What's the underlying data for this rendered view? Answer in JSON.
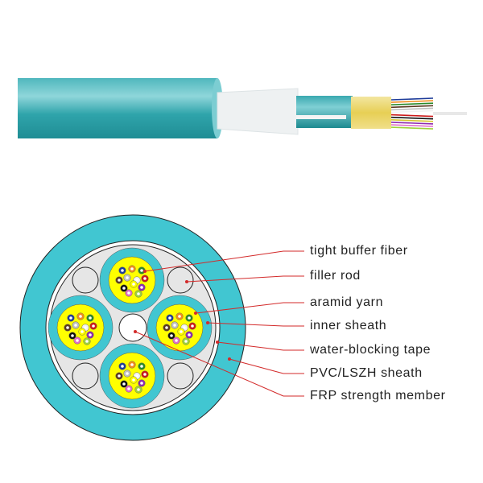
{
  "labels": [
    "tight buffer fiber",
    "filler rod",
    "aramid yarn",
    "inner sheath",
    "water-blocking tape",
    "PVC/LSZH sheath",
    "FRP strength member"
  ],
  "colors": {
    "sheath": "#41c6d1",
    "aramid": "#ffff00",
    "core_fill": "#e6e6e6",
    "leader": "#d32a2a",
    "fiber_colors": [
      "#1e3c9a",
      "#f08c1e",
      "#2a8a2a",
      "#5a3a22",
      "#bfbfbf",
      "#f2f2f2",
      "#cc1a1a",
      "#111111",
      "#ffff00",
      "#8e2ab0",
      "#e06ac8",
      "#9fd23c"
    ]
  }
}
